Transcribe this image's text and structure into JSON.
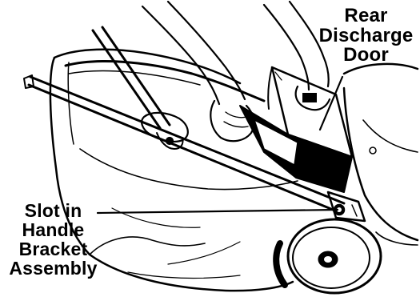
{
  "labels": {
    "rear_discharge_door": [
      "Rear",
      "Discharge",
      "Door"
    ],
    "slot_in_handle_bracket": [
      "Slot in",
      "Handle",
      "Bracket",
      "Assembly"
    ]
  },
  "colors": {
    "ink": "#000000",
    "paper": "#ffffff"
  }
}
